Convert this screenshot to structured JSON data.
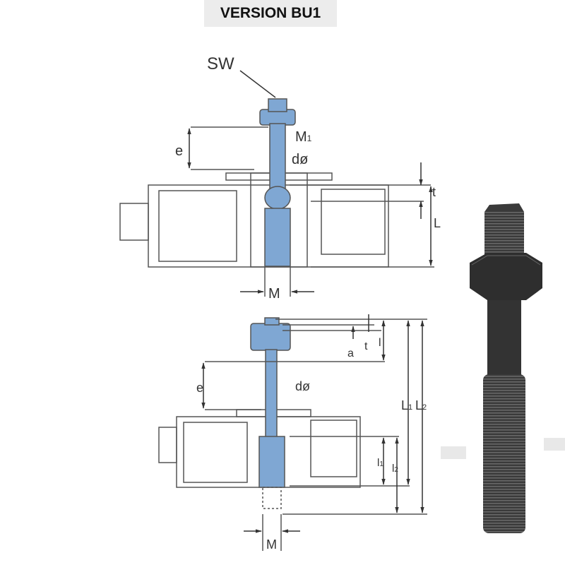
{
  "title": "VERSION BU1",
  "top_view": {
    "labels": {
      "sw": "SW",
      "e": "e",
      "m1": "M",
      "m1_sub": "1",
      "d": "dø",
      "t": "t",
      "L": "L",
      "M": "M"
    }
  },
  "bottom_view": {
    "labels": {
      "a": "a",
      "t": "t",
      "l": "l",
      "e": "e",
      "d": "dø",
      "L1": "L",
      "L1_sub": "1",
      "L2": "L",
      "L2_sub": "2",
      "l1": "l",
      "l1_sub": "1",
      "l2": "l",
      "l2_sub": "2",
      "M": "M"
    }
  },
  "colors": {
    "bolt_blue": "#7fa7d3",
    "line": "#555555",
    "bolt_photo": "#2e2e2e"
  }
}
